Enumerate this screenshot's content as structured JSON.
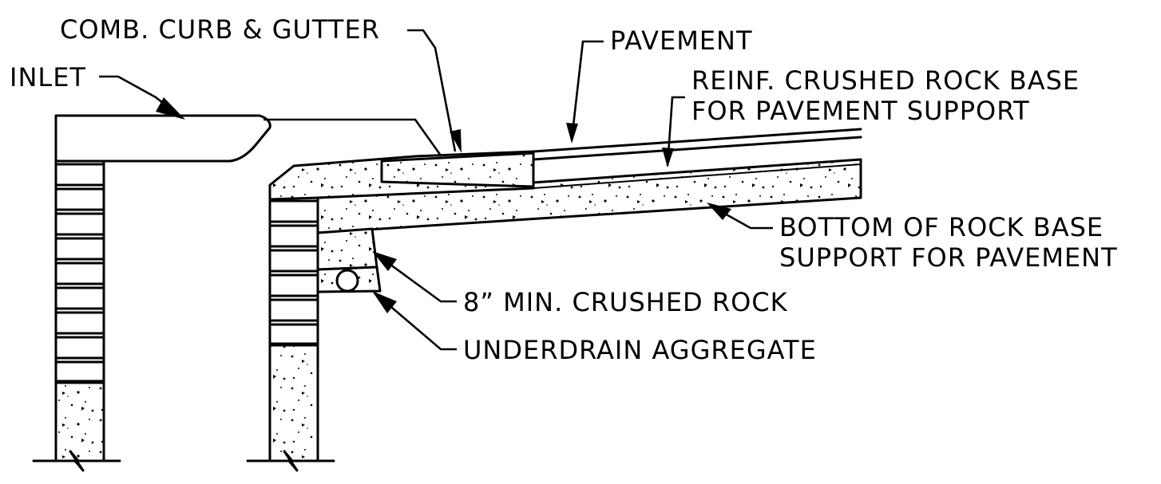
{
  "labels": {
    "comb_curb_gutter": "COMB. CURB & GUTTER",
    "inlet": "INLET",
    "pavement": "PAVEMENT",
    "reinf_base_line1": "REINF. CRUSHED ROCK BASE",
    "reinf_base_line2": "FOR PAVEMENT SUPPORT",
    "bottom_base_line1": "BOTTOM OF ROCK BASE",
    "bottom_base_line2": "SUPPORT FOR PAVEMENT",
    "crushed_rock": "8” MIN. CRUSHED ROCK",
    "underdrain": "UNDERDRAIN AGGREGATE"
  },
  "colors": {
    "ink": "#000000",
    "background": "#ffffff"
  }
}
